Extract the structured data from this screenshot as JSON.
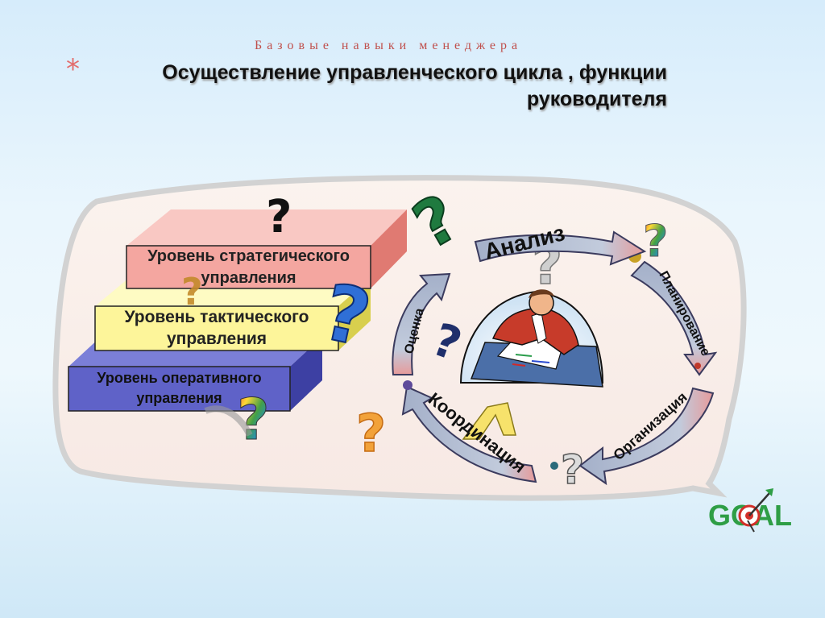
{
  "header": {
    "subtitle": "Базовые навыки менеджера",
    "bullet": "*",
    "title_line1": "Осуществление управленческого цикла , функции",
    "title_line2": "руководителя"
  },
  "levels": {
    "strategic": [
      "Уровень стратегического",
      "управления"
    ],
    "tactical": [
      "Уровень тактического",
      "управления"
    ],
    "operational": [
      "Уровень оперативного",
      "управления"
    ]
  },
  "cycle": {
    "analysis": "Анализ",
    "planning": "Планирование",
    "organization": "Организация",
    "coordination": "Координация",
    "evaluation": "Оценка"
  },
  "logo": {
    "text": "GOAL"
  },
  "colors": {
    "strategic_fill": "#f4a6a0",
    "tactical_fill": "#fdf59a",
    "operational_fill": "#5f62c8",
    "arrow_fill": "#a8b3cc",
    "arrow_tip": "#e69b9b",
    "subtitle": "#c0504d",
    "logo_green": "#2e9e45",
    "logo_red": "#d2302a"
  }
}
